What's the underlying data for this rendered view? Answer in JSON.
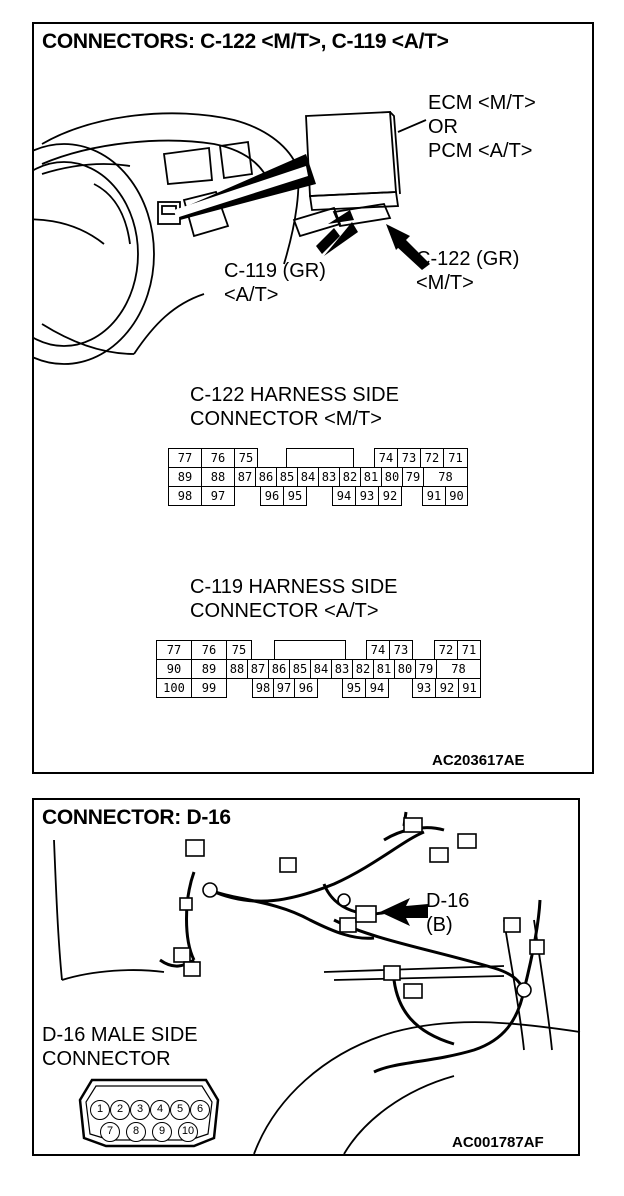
{
  "panel1": {
    "title": "CONNECTORS: C-122 <M/T>, C-119 <A/T>",
    "ecm_label": [
      "ECM <M/T>",
      "OR",
      "PCM <A/T>"
    ],
    "c119_label": [
      "C-119 (GR)",
      "<A/T>"
    ],
    "c122_label": [
      "C-122 (GR)",
      "<M/T>"
    ],
    "c122_heading": [
      "C-122 HARNESS SIDE",
      "CONNECTOR <M/T>"
    ],
    "c119_heading": [
      "C-119 HARNESS SIDE",
      "CONNECTOR <A/T>"
    ],
    "code": "AC203617AE",
    "c122_rows": [
      [
        "77",
        "76",
        "75",
        "",
        "",
        "",
        "",
        "",
        "",
        "",
        "74",
        "73",
        "72",
        "71"
      ],
      [
        "89",
        "88",
        "87",
        "86",
        "85",
        "84",
        "83",
        "82",
        "81",
        "80",
        "79",
        "78"
      ],
      [
        "98",
        "97",
        "96",
        "95",
        "94",
        "93",
        "92",
        "91",
        "90"
      ]
    ],
    "c119_rows": [
      [
        "77",
        "76",
        "75",
        "74",
        "73",
        "72",
        "71"
      ],
      [
        "90",
        "89",
        "88",
        "87",
        "86",
        "85",
        "84",
        "83",
        "82",
        "81",
        "80",
        "79",
        "78"
      ],
      [
        "100",
        "99",
        "98",
        "97",
        "96",
        "95",
        "94",
        "93",
        "92",
        "91"
      ]
    ]
  },
  "panel2": {
    "title": "CONNECTOR: D-16",
    "d16_label": [
      "D-16",
      "(B)"
    ],
    "male_heading": [
      "D-16 MALE SIDE",
      "CONNECTOR"
    ],
    "code": "AC001787AF",
    "pins_top": [
      "1",
      "2",
      "3",
      "4",
      "5",
      "6"
    ],
    "pins_bottom": [
      "7",
      "8",
      "9",
      "10"
    ]
  }
}
